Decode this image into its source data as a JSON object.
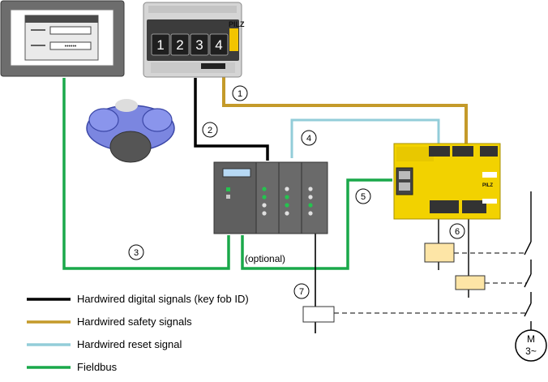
{
  "colors": {
    "digital": "#000000",
    "safety": "#c49a2a",
    "reset": "#93cdd9",
    "fieldbus": "#1aa84a",
    "relay": "#fde5a6",
    "controller": "#f2d200"
  },
  "keypad": {
    "keys": [
      "1",
      "2",
      "3",
      "4"
    ],
    "brand": "PILZ"
  },
  "controller": {
    "brand": "PILZ"
  },
  "callouts": [
    "1",
    "2",
    "3",
    "4",
    "5",
    "6",
    "7"
  ],
  "optional_label": "(optional)",
  "motor_label": "M",
  "motor_sub": "3~",
  "legend": [
    {
      "label": "Hardwired digital signals (key fob ID)",
      "color": "#000000"
    },
    {
      "label": "Hardwired safety signals",
      "color": "#c49a2a"
    },
    {
      "label": "Hardwired reset signal",
      "color": "#93cdd9"
    },
    {
      "label": "Fieldbus",
      "color": "#1aa84a"
    }
  ]
}
